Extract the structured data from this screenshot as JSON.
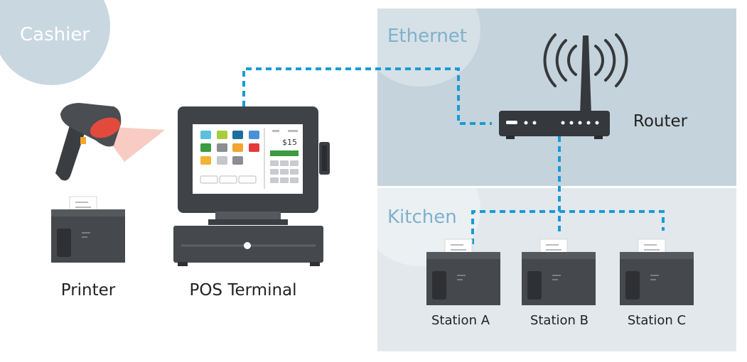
{
  "zones": {
    "cashier": {
      "label": "Cashier"
    },
    "ethernet": {
      "label": "Ethernet"
    },
    "kitchen": {
      "label": "Kitchen"
    }
  },
  "devices": {
    "printer": {
      "label": "Printer"
    },
    "pos_terminal": {
      "label": "POS Terminal",
      "screen_amount": "$15"
    },
    "router": {
      "label": "Router"
    },
    "stations": [
      {
        "label": "Station A"
      },
      {
        "label": "Station B"
      },
      {
        "label": "Station C"
      }
    ]
  },
  "colors": {
    "connection": "#1a9ad6",
    "device_dark": "#3f4246",
    "zone_ethernet": "#c5d3dc",
    "zone_kitchen": "#e2e8ec"
  }
}
